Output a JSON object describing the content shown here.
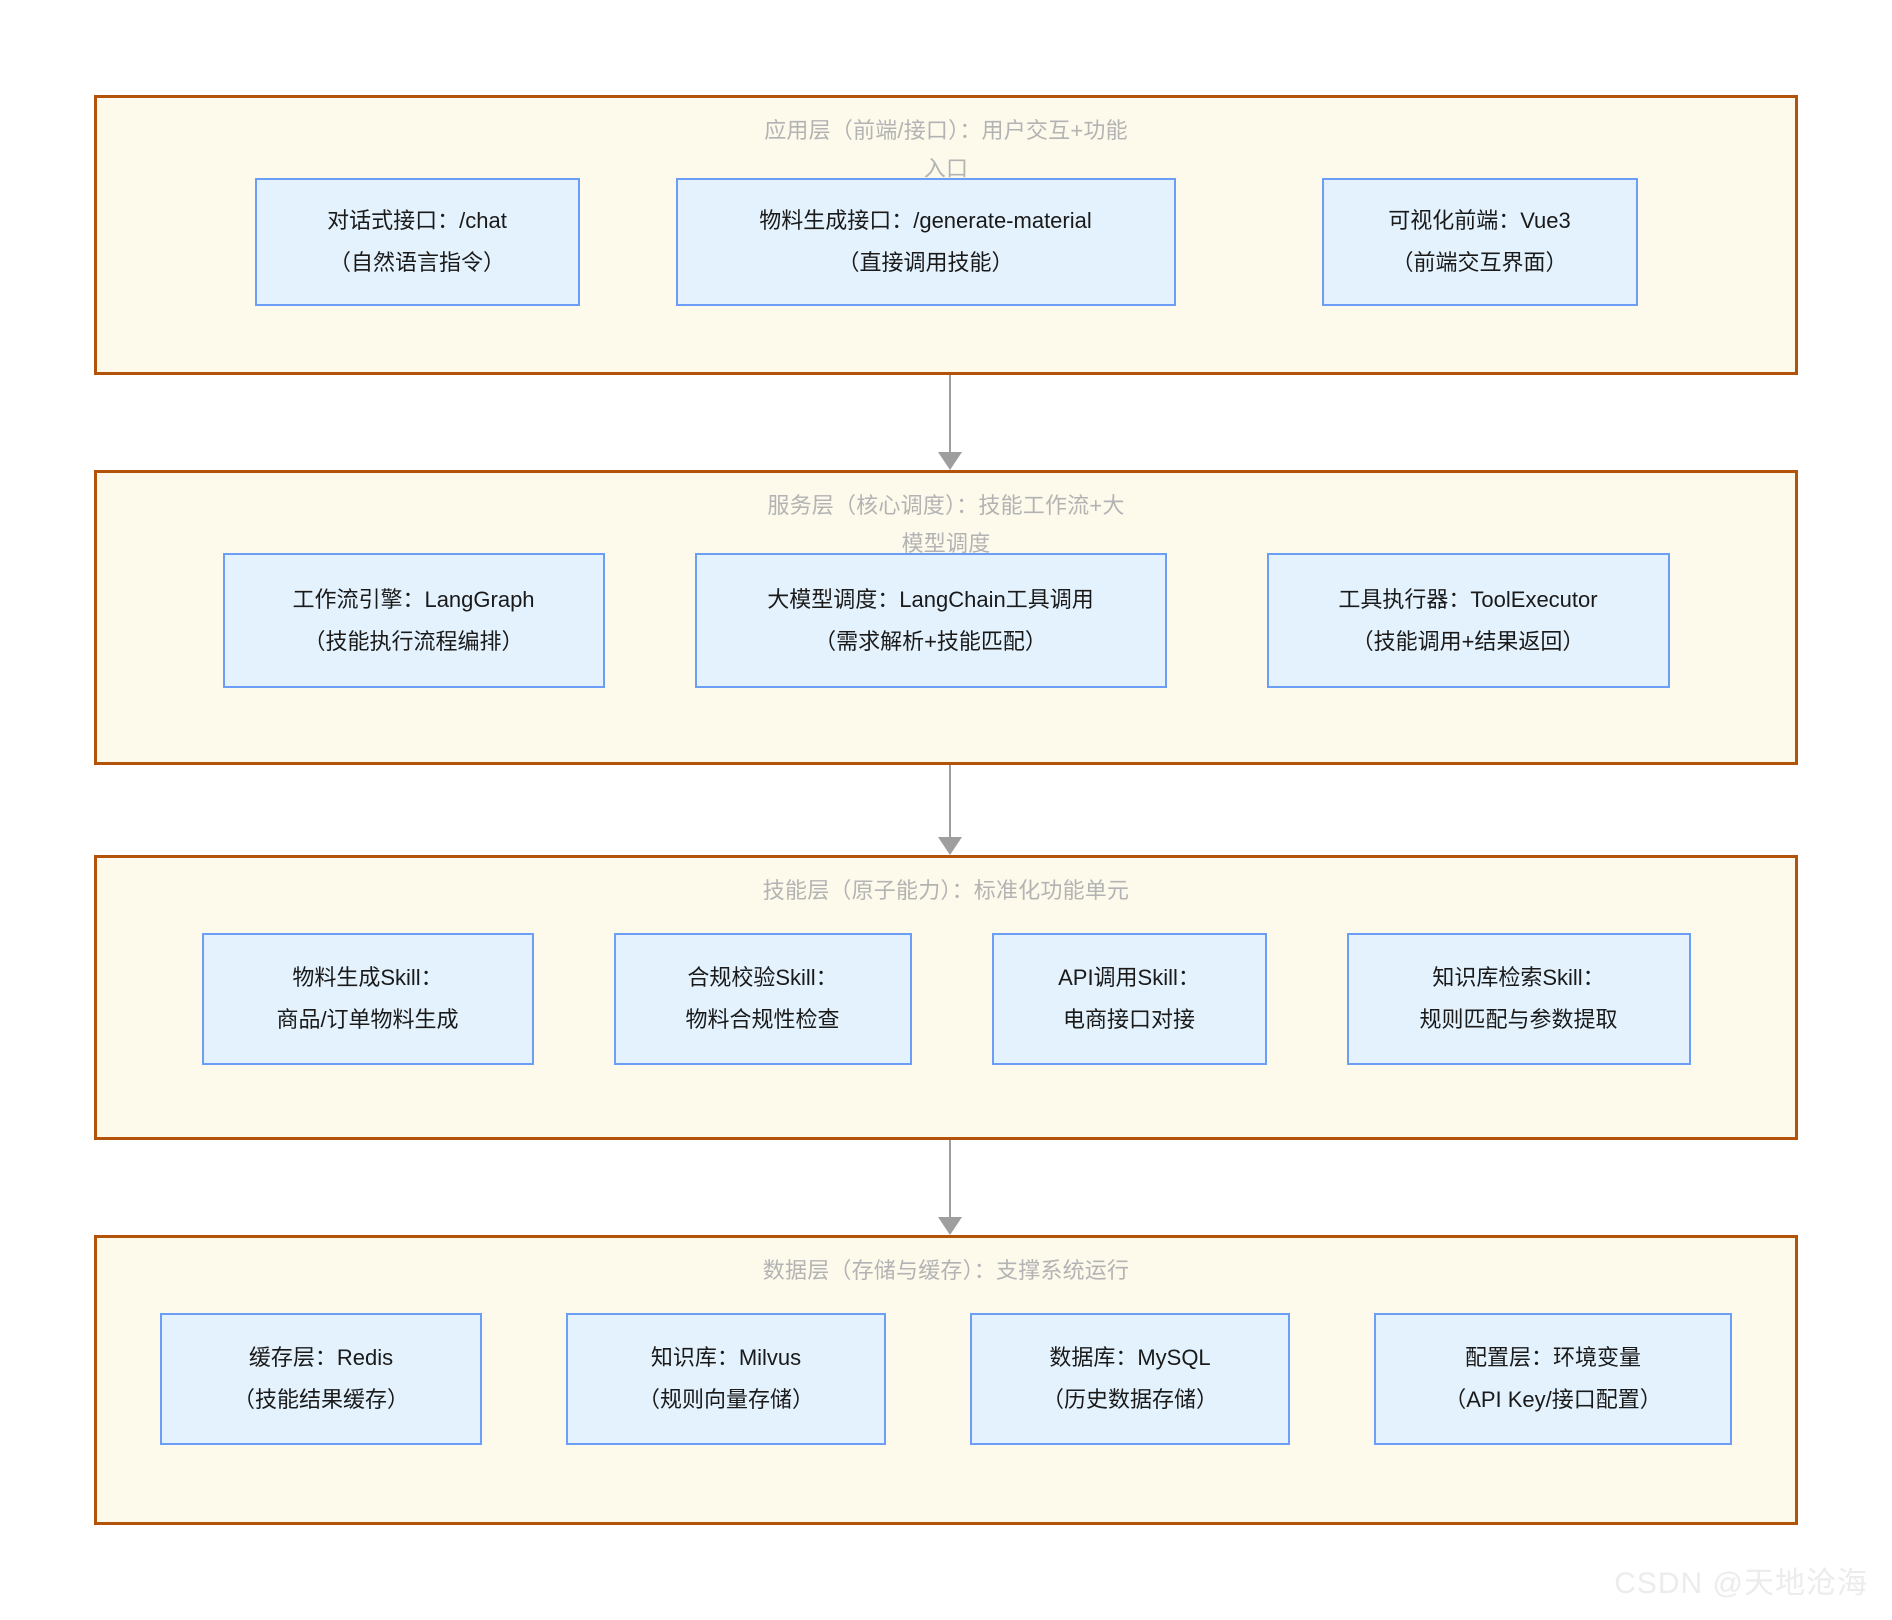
{
  "colors": {
    "layer_border": "#b35309",
    "layer_background": "#fdfaec",
    "node_border": "#6c9ef8",
    "node_background": "#e3f2fd",
    "title_text": "#b3b3b3",
    "arrow": "#9e9e9e",
    "watermark": "#ececec",
    "page_background": "#ffffff"
  },
  "watermark": "CSDN @天地沧海",
  "layers": [
    {
      "id": "application-layer",
      "title": "应用层（前端/接口）：用户交互+功能\n入口",
      "nodes": [
        {
          "id": "chat-interface",
          "line1": "对话式接口：/chat",
          "line2": "（自然语言指令）"
        },
        {
          "id": "material-api",
          "line1": "物料生成接口：/generate-material",
          "line2": "（直接调用技能）"
        },
        {
          "id": "visual-frontend",
          "line1": "可视化前端：Vue3",
          "line2": "（前端交互界面）"
        }
      ]
    },
    {
      "id": "service-layer",
      "title": "服务层（核心调度）：技能工作流+大\n模型调度",
      "nodes": [
        {
          "id": "workflow-engine",
          "line1": "工作流引擎：LangGraph",
          "line2": "（技能执行流程编排）"
        },
        {
          "id": "llm-dispatch",
          "line1": "大模型调度：LangChain工具调用",
          "line2": "（需求解析+技能匹配）"
        },
        {
          "id": "tool-executor",
          "line1": "工具执行器：ToolExecutor",
          "line2": "（技能调用+结果返回）"
        }
      ]
    },
    {
      "id": "skill-layer",
      "title": "技能层（原子能力）：标准化功能单元",
      "nodes": [
        {
          "id": "material-skill",
          "line1": "物料生成Skill：",
          "line2": "商品/订单物料生成"
        },
        {
          "id": "compliance-skill",
          "line1": "合规校验Skill：",
          "line2": "物料合规性检查"
        },
        {
          "id": "api-skill",
          "line1": "API调用Skill：",
          "line2": "电商接口对接"
        },
        {
          "id": "knowledge-skill",
          "line1": "知识库检索Skill：",
          "line2": "规则匹配与参数提取"
        }
      ]
    },
    {
      "id": "data-layer",
      "title": "数据层（存储与缓存）：支撑系统运行",
      "nodes": [
        {
          "id": "cache-redis",
          "line1": "缓存层：Redis",
          "line2": "（技能结果缓存）"
        },
        {
          "id": "knowledge-milvus",
          "line1": "知识库：Milvus",
          "line2": "（规则向量存储）"
        },
        {
          "id": "database-mysql",
          "line1": "数据库：MySQL",
          "line2": "（历史数据存储）"
        },
        {
          "id": "config-env",
          "line1": "配置层：环境变量",
          "line2": "（API Key/接口配置）"
        }
      ]
    }
  ]
}
